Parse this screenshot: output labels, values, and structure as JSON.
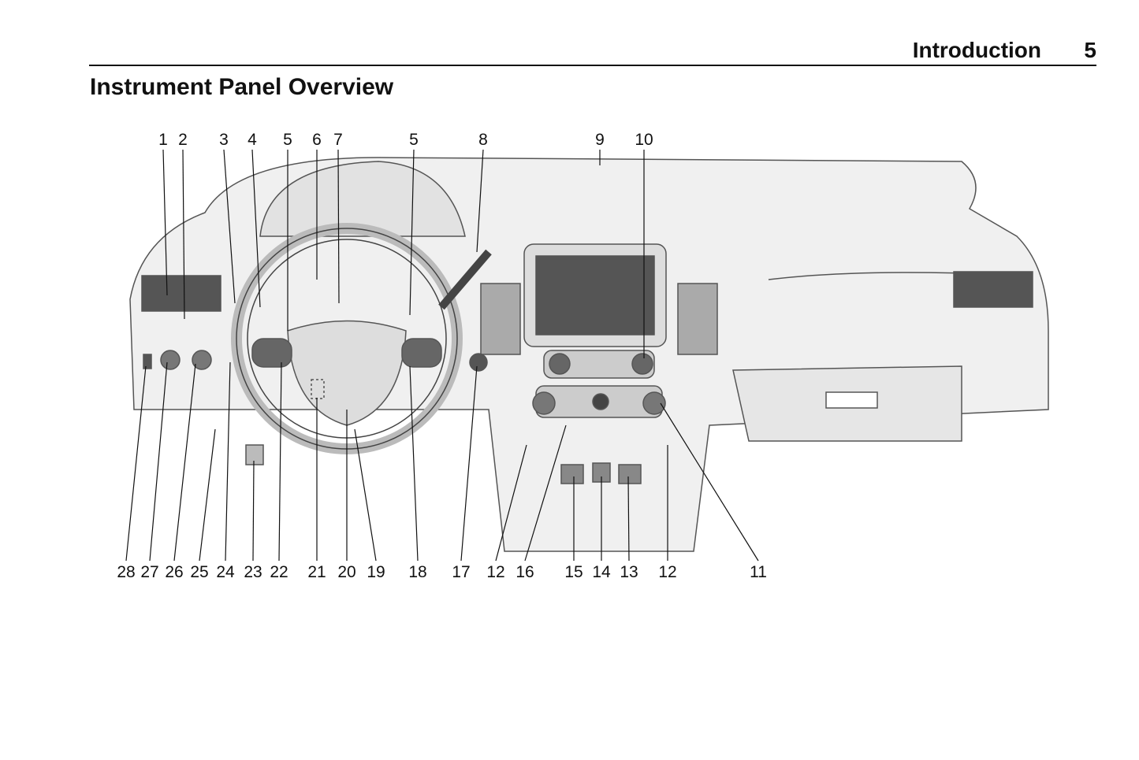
{
  "header": {
    "section": "Introduction",
    "page_number": "5"
  },
  "title": "Instrument Panel Overview",
  "figure": {
    "top_callouts": [
      "1",
      "2",
      "3",
      "4",
      "5",
      "6",
      "7",
      "5",
      "8",
      "9",
      "10"
    ],
    "bottom_callouts": [
      "28",
      "27",
      "26",
      "25",
      "24",
      "23",
      "22",
      "21",
      "20",
      "19",
      "18",
      "17",
      "12",
      "16",
      "15",
      "14",
      "13",
      "12",
      "11"
    ]
  }
}
